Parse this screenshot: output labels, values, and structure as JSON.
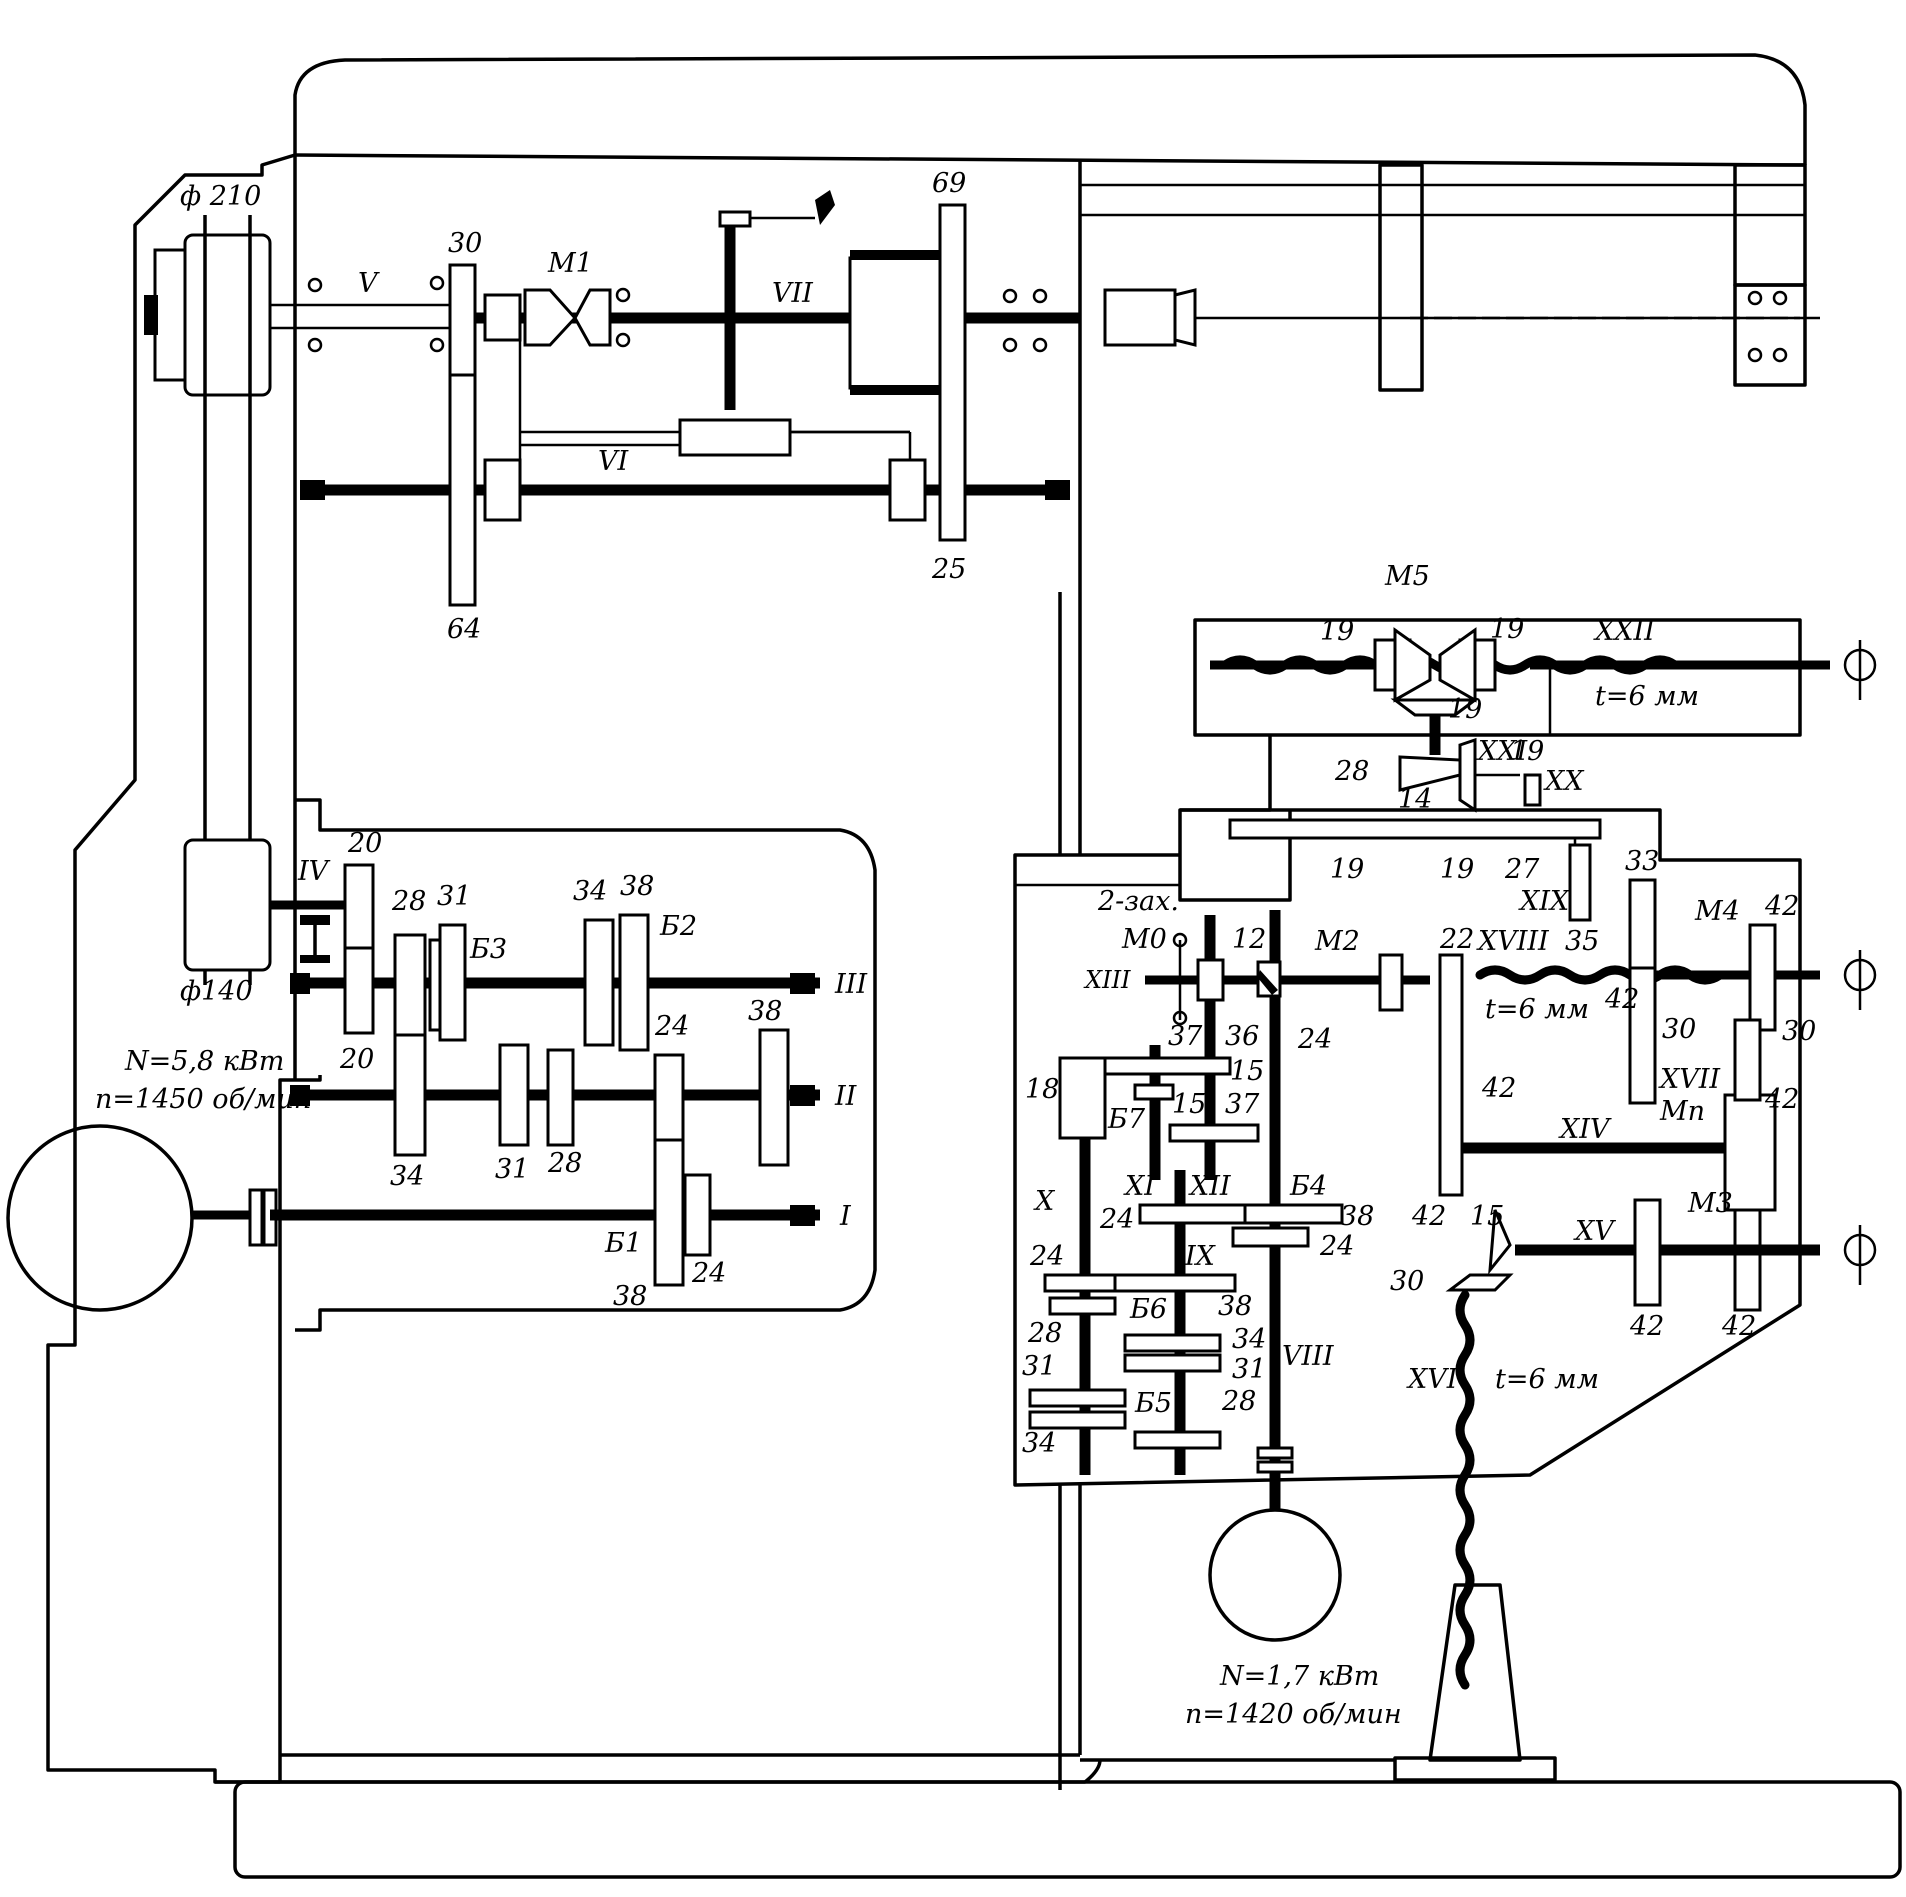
{
  "diagram": {
    "title": "Kinematic scheme of a horizontal milling machine",
    "main_drive": {
      "pulley_top": "ф 210",
      "pulley_bottom": "ф140",
      "motor_power": "N=5,8 кВт",
      "motor_speed": "n=1450 об/мин"
    },
    "feed_drive": {
      "motor_power": "N=1,7 кВт",
      "motor_speed": "n=1420 об/мин"
    },
    "shafts": {
      "I": "I",
      "II": "II",
      "III": "III",
      "IV": "IV",
      "V": "V",
      "VI": "VI",
      "VII": "VII",
      "VIII": "VIII",
      "IX": "IX",
      "X": "X",
      "XI": "XI",
      "XII": "XII",
      "XIII": "XIII",
      "XIV": "XIV",
      "XV": "XV",
      "XVI": "XVI",
      "XVII": "XVII",
      "XVIII": "XVIII",
      "XIX": "XIX",
      "XX": "XX",
      "XXI": "XXI",
      "XXII": "XXII"
    },
    "clutches": {
      "M0": "M0",
      "M1": "M1",
      "M2": "M2",
      "M3": "M3",
      "M4": "M4",
      "M5": "M5",
      "Mn": "Mп"
    },
    "blocks": {
      "b1": "Б1",
      "b2": "Б2",
      "b3": "Б3",
      "b4": "Б4",
      "b5": "Б5",
      "b6": "Б6",
      "b7": "Б7"
    },
    "screw_pitch": "t=6 мм",
    "worm_note": "2-зах.",
    "teeth": {
      "g20a": "20",
      "g20b": "20",
      "g28a": "28",
      "g31a": "31",
      "g34a": "34",
      "g38a": "38",
      "g34b": "34",
      "g31b": "31",
      "g28b": "28",
      "g24a": "24",
      "g38b": "38",
      "g38c": "38",
      "g24b": "24",
      "g30top": "30",
      "g64": "64",
      "g69": "69",
      "g25": "25",
      "g19a": "19",
      "g19b": "19",
      "g19c": "19",
      "g19d": "19",
      "g19e": "19",
      "g19f": "19",
      "g28c": "28",
      "g14": "14",
      "g27": "27",
      "g33": "33",
      "g35": "35",
      "g22": "22",
      "g42a": "42",
      "g42b": "42",
      "g42c": "42",
      "g42d": "42",
      "g42e": "42",
      "g42f": "42",
      "g42g": "42",
      "g30a": "30",
      "g30b": "30",
      "g30c": "30",
      "g15a": "15",
      "g12": "12",
      "g24c": "24",
      "g37a": "37",
      "g36": "36",
      "g15b": "15",
      "g15c": "15",
      "g37b": "37",
      "g18": "18",
      "g24d": "24",
      "g38d": "38",
      "g24e": "24",
      "g24f": "24",
      "g38e": "38",
      "g34c": "34",
      "g31c": "31",
      "g28d": "28",
      "g28e": "28",
      "g31d": "31",
      "g34d": "34"
    }
  }
}
